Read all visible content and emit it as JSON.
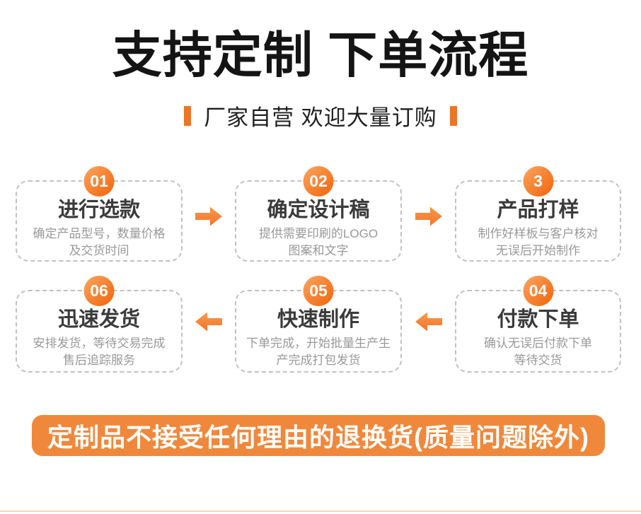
{
  "header": {
    "title": "支持定制 下单流程",
    "subtitle": "厂家自营 欢迎大量订购"
  },
  "flow": {
    "steps": [
      {
        "num": "01",
        "title": "进行选款",
        "desc1": "确定产品型号，数量价格",
        "desc2": "及交货时间"
      },
      {
        "num": "02",
        "title": "确定设计稿",
        "desc1": "提供需要印刷的LOGO",
        "desc2": "图案和文字"
      },
      {
        "num": "3",
        "title": "产品打样",
        "desc1": "制作好样板与客户核对",
        "desc2": "无误后开始制作"
      },
      {
        "num": "06",
        "title": "迅速发货",
        "desc1": "安排发货，等待交易完成",
        "desc2": "售后追踪服务"
      },
      {
        "num": "05",
        "title": "快速制作",
        "desc1": "下单完成，开始批量生产生",
        "desc2": "产完成打包发货"
      },
      {
        "num": "04",
        "title": "付款下单",
        "desc1": "确认无误后付款下单",
        "desc2": "等待交货"
      }
    ]
  },
  "banner": {
    "text": "定制品不接受任何理由的退换货(质量问题除外)"
  },
  "icons": {
    "arrow_right": "right-arrow-shape",
    "arrow_left": "left-arrow-shape"
  },
  "colors": {
    "accent_orange": "#f0883c",
    "badge_gradient_start": "#fba55f",
    "badge_gradient_end": "#f26a12",
    "arrow_orange": "#f5823a",
    "subtitle_bar_orange": "#ed7524",
    "dashed_border_gray": "#c1c1c1",
    "title_black": "#141414",
    "desc_gray": "#999999",
    "divider_peach": "#fad8b6"
  }
}
